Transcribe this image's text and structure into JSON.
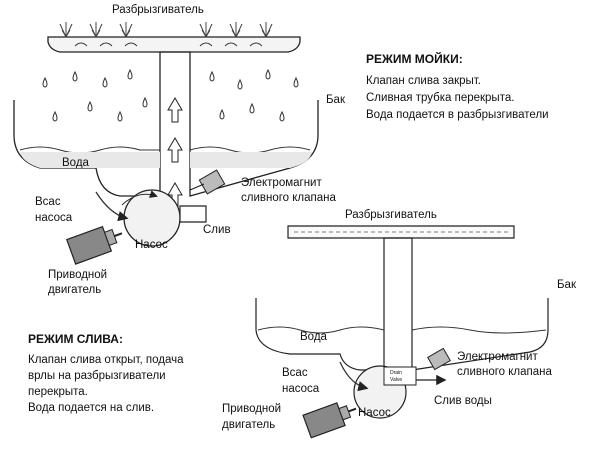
{
  "wash_mode": {
    "title": "РЕЖИМ МОЙКИ:",
    "lines": [
      "Клапан слива закрыт.",
      "Сливная трубка перекрыта.",
      "Вода подается в разбрызгиватели"
    ]
  },
  "drain_mode": {
    "title": "РЕЖИМ СЛИВА:",
    "lines": [
      "Клапан слива открыт, подача",
      "врлы на разбрызгиватели",
      "перекрыта.",
      "Вода подается на слив."
    ]
  },
  "top_diagram": {
    "sprayer": "Разбрызгиватель",
    "tank": "Бак",
    "water": "Вода",
    "pump_intake": [
      "Всас",
      "насоса"
    ],
    "pump": "Насос",
    "drain": "Слив",
    "solenoid": [
      "Электромагнит",
      "сливного клапана"
    ],
    "motor": [
      "Приводной",
      "двигатель"
    ]
  },
  "bottom_diagram": {
    "sprayer": "Разбрызгиватель",
    "tank": "Бак",
    "water": "Вода",
    "pump_intake": [
      "Всас",
      "насоса"
    ],
    "pump": "Насос",
    "drain_water": "Слив воды",
    "solenoid": [
      "Электромагнит",
      "сливного клапана"
    ],
    "motor": [
      "Приводной",
      "двигатель"
    ],
    "drain_valve": [
      "Drain",
      "Valve"
    ]
  }
}
